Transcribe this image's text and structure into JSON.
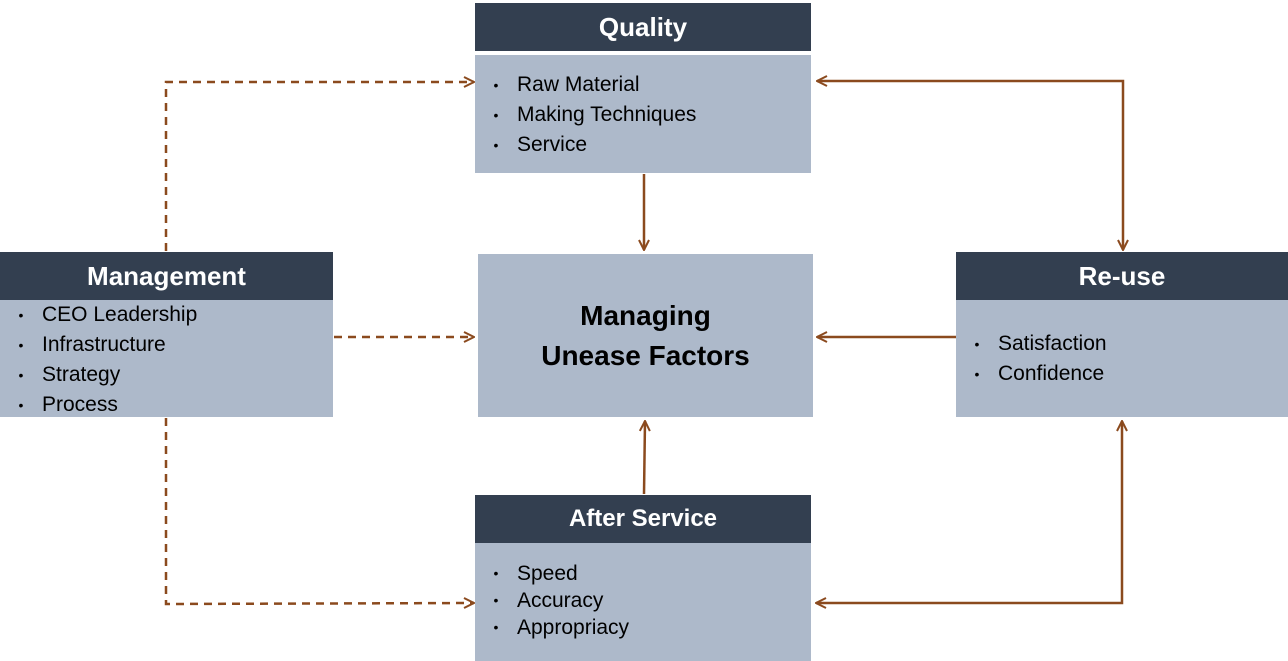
{
  "diagram": {
    "quality": {
      "title": "Quality",
      "items": [
        "Raw Material",
        "Making Techniques",
        "Service"
      ]
    },
    "management": {
      "title": "Management",
      "items": [
        "CEO Leadership",
        "Infrastructure",
        "Strategy",
        "Process"
      ]
    },
    "reuse": {
      "title": "Re-use",
      "items": [
        "Satisfaction",
        "Confidence"
      ]
    },
    "after_service": {
      "title": "After Service",
      "items": [
        "Speed",
        "Accuracy",
        "Appropriacy"
      ]
    },
    "center": {
      "line1": "Managing",
      "line2": "Unease Factors"
    },
    "bullet_glyph": "•",
    "colors": {
      "header_fill": "#333f50",
      "body_fill": "#adb9ca",
      "connector": "#8b4a1e"
    }
  }
}
